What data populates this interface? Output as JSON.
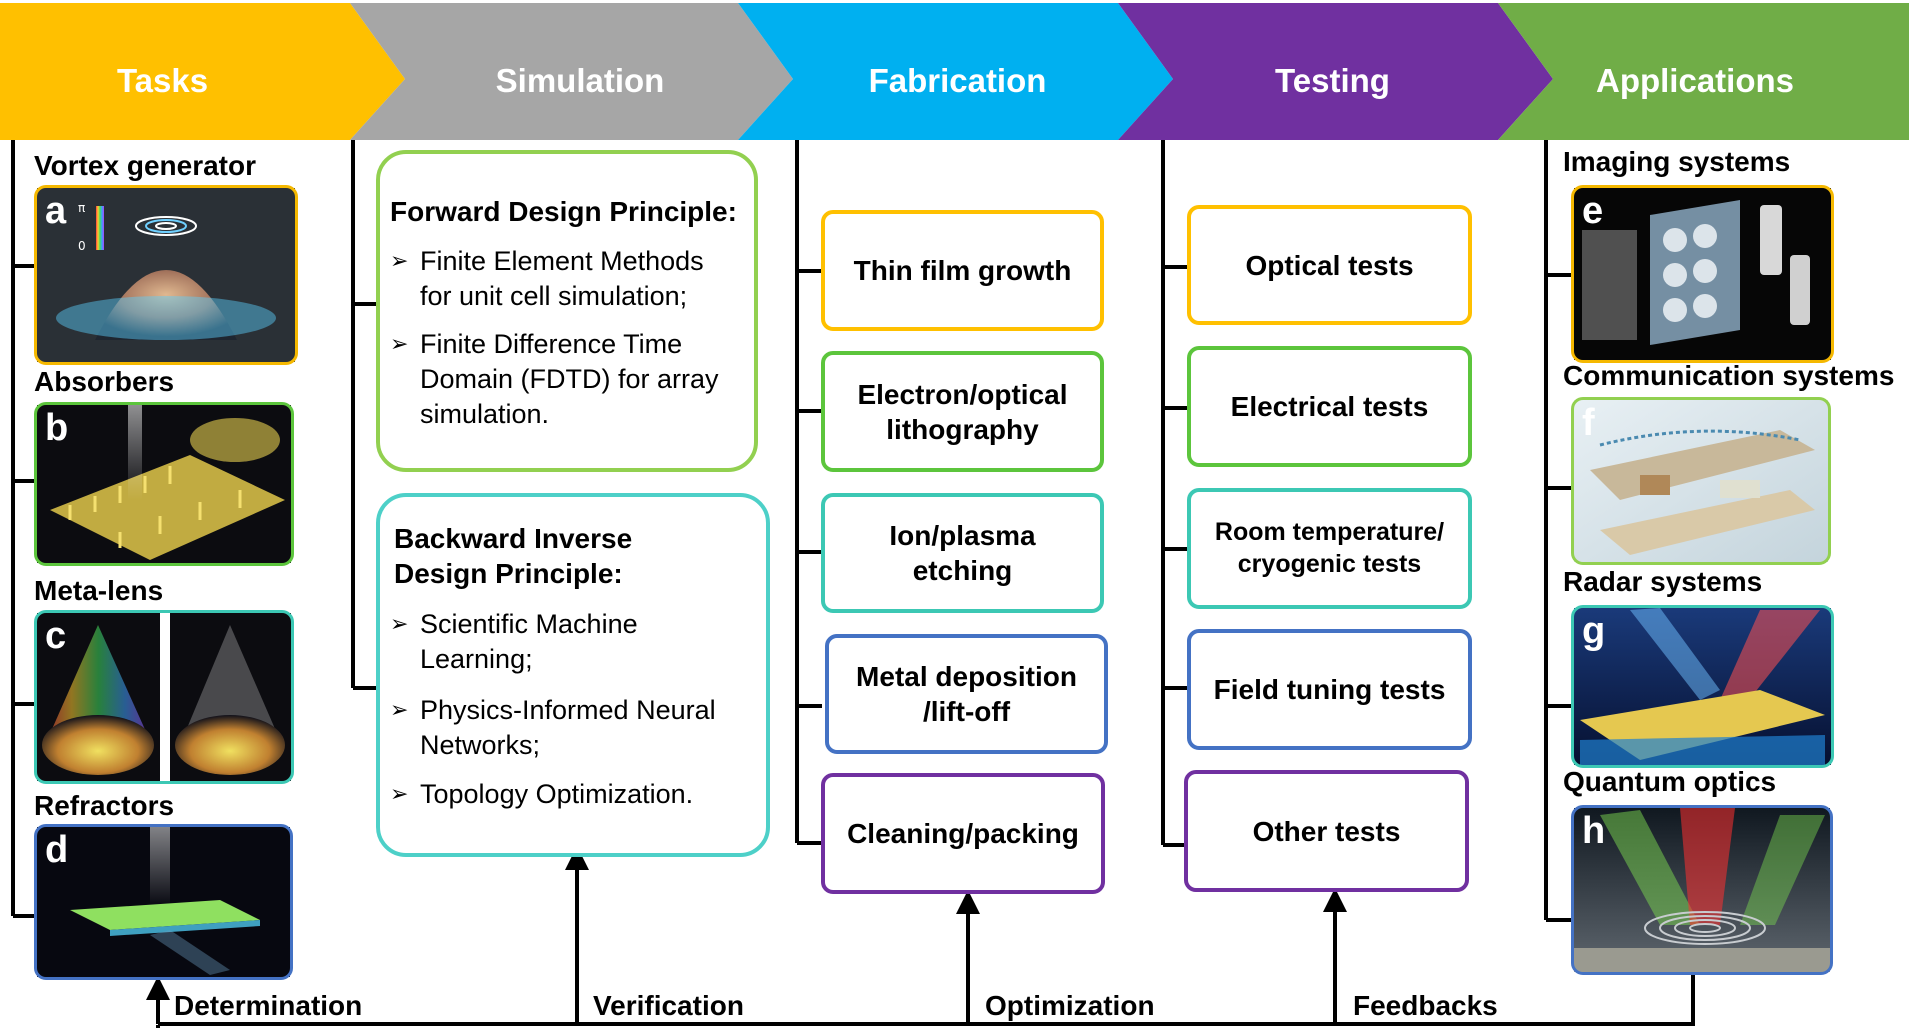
{
  "header": {
    "stages": [
      {
        "label": "Tasks",
        "color": "#FFC000"
      },
      {
        "label": "Simulation",
        "color": "#A6A6A6"
      },
      {
        "label": "Fabrication",
        "color": "#00B0F0"
      },
      {
        "label": "Testing",
        "color": "#7030A0"
      },
      {
        "label": "Applications",
        "color": "#70AD47"
      }
    ]
  },
  "tasks": [
    {
      "title": "Vortex generator",
      "letter": "a",
      "border": "#F5B800"
    },
    {
      "title": "Absorbers",
      "letter": "b",
      "border": "#5CC53C"
    },
    {
      "title": "Meta-lens",
      "letter": "c",
      "border": "#3CC8B4"
    },
    {
      "title": "Refractors",
      "letter": "d",
      "border": "#4472C4"
    }
  ],
  "simulation": {
    "forward": {
      "heading": "Forward Design Principle:",
      "border": "#92D050",
      "items": [
        "Finite Element Methods for unit cell simulation;",
        "Finite Difference Time Domain (FDTD) for array simulation."
      ]
    },
    "backward": {
      "heading": "Backward Inverse Design Principle:",
      "border": "#4DD0C8",
      "items": [
        "Scientific Machine Learning;",
        "Physics-Informed Neural Networks;",
        "Topology Optimization."
      ]
    }
  },
  "fabrication": [
    {
      "label": "Thin film growth",
      "border": "#FFC000"
    },
    {
      "label": "Electron/optical lithography",
      "border": "#5CC53C"
    },
    {
      "label": "Ion/plasma etching",
      "border": "#3CC8B4"
    },
    {
      "label": "Metal deposition /lift-off",
      "border": "#4472C4"
    },
    {
      "label": "Cleaning/packing",
      "border": "#7030A0"
    }
  ],
  "testing": [
    {
      "label": "Optical tests",
      "border": "#FFC000"
    },
    {
      "label": "Electrical tests",
      "border": "#5CC53C"
    },
    {
      "label": "Room temperature/ cryogenic tests",
      "border": "#3CC8B4"
    },
    {
      "label": "Field tuning tests",
      "border": "#4472C4"
    },
    {
      "label": "Other tests",
      "border": "#7030A0"
    }
  ],
  "applications": [
    {
      "title": "Imaging systems",
      "letter": "e",
      "border": "#F5B800"
    },
    {
      "title": "Communication systems",
      "letter": "f",
      "border": "#92D050"
    },
    {
      "title": "Radar systems",
      "letter": "g",
      "border": "#3CC8B4"
    },
    {
      "title": "Quantum optics",
      "letter": "h",
      "border": "#4472C4"
    }
  ],
  "feedback": {
    "labels": [
      "Determination",
      "Verification",
      "Optimization",
      "Feedbacks"
    ]
  },
  "vortex_scale": {
    "top": "π",
    "bottom": "0"
  }
}
